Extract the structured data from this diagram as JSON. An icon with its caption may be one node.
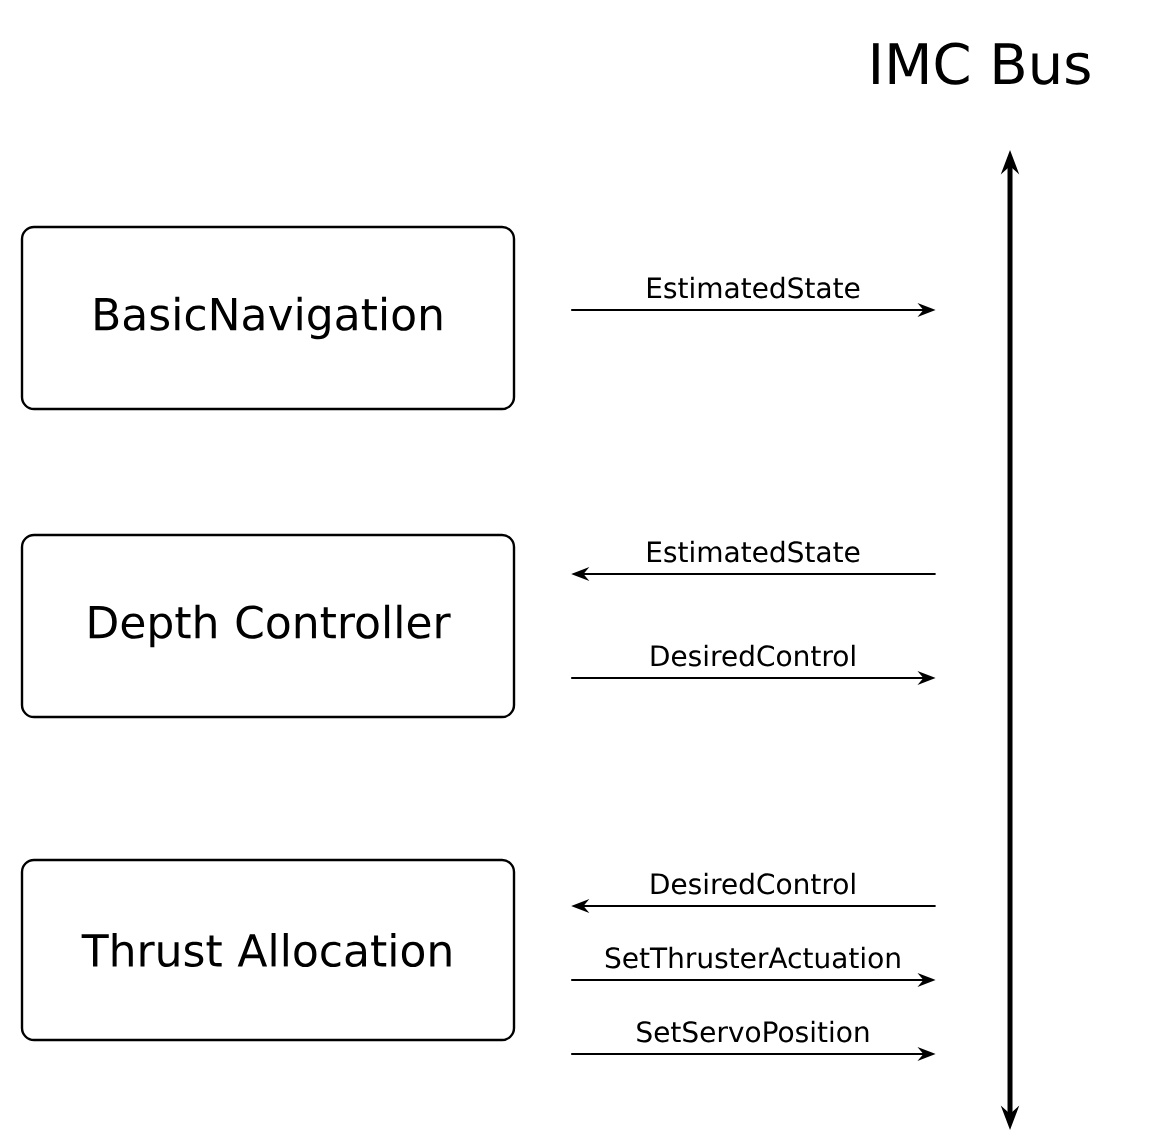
{
  "diagram": {
    "nodes": [
      {
        "text": [
          "BasicNavigation"
        ]
      },
      {
        "text": [
          "Depth Controller"
        ]
      },
      {
        "text": [
          "Thrust Allocation"
        ]
      },
      {
        "text": [
          "IMC Bus"
        ]
      }
    ],
    "edges": [
      {
        "from": 0,
        "to": 3,
        "arrow": "to",
        "label": "EstimatedState"
      },
      {
        "from": 3,
        "to": 1,
        "arrow": "to",
        "label": "EstimatedState"
      },
      {
        "from": 1,
        "to": 3,
        "arrow": "to",
        "label": "DesiredControl"
      },
      {
        "from": 3,
        "to": 2,
        "arrow": "to",
        "label": "DesiredControl"
      },
      {
        "from": 2,
        "to": 3,
        "arrow": "to",
        "label": "SetThrusterActuation"
      },
      {
        "from": 2,
        "to": 3,
        "arrow": "to",
        "label": "SetServoPosition"
      }
    ]
  }
}
